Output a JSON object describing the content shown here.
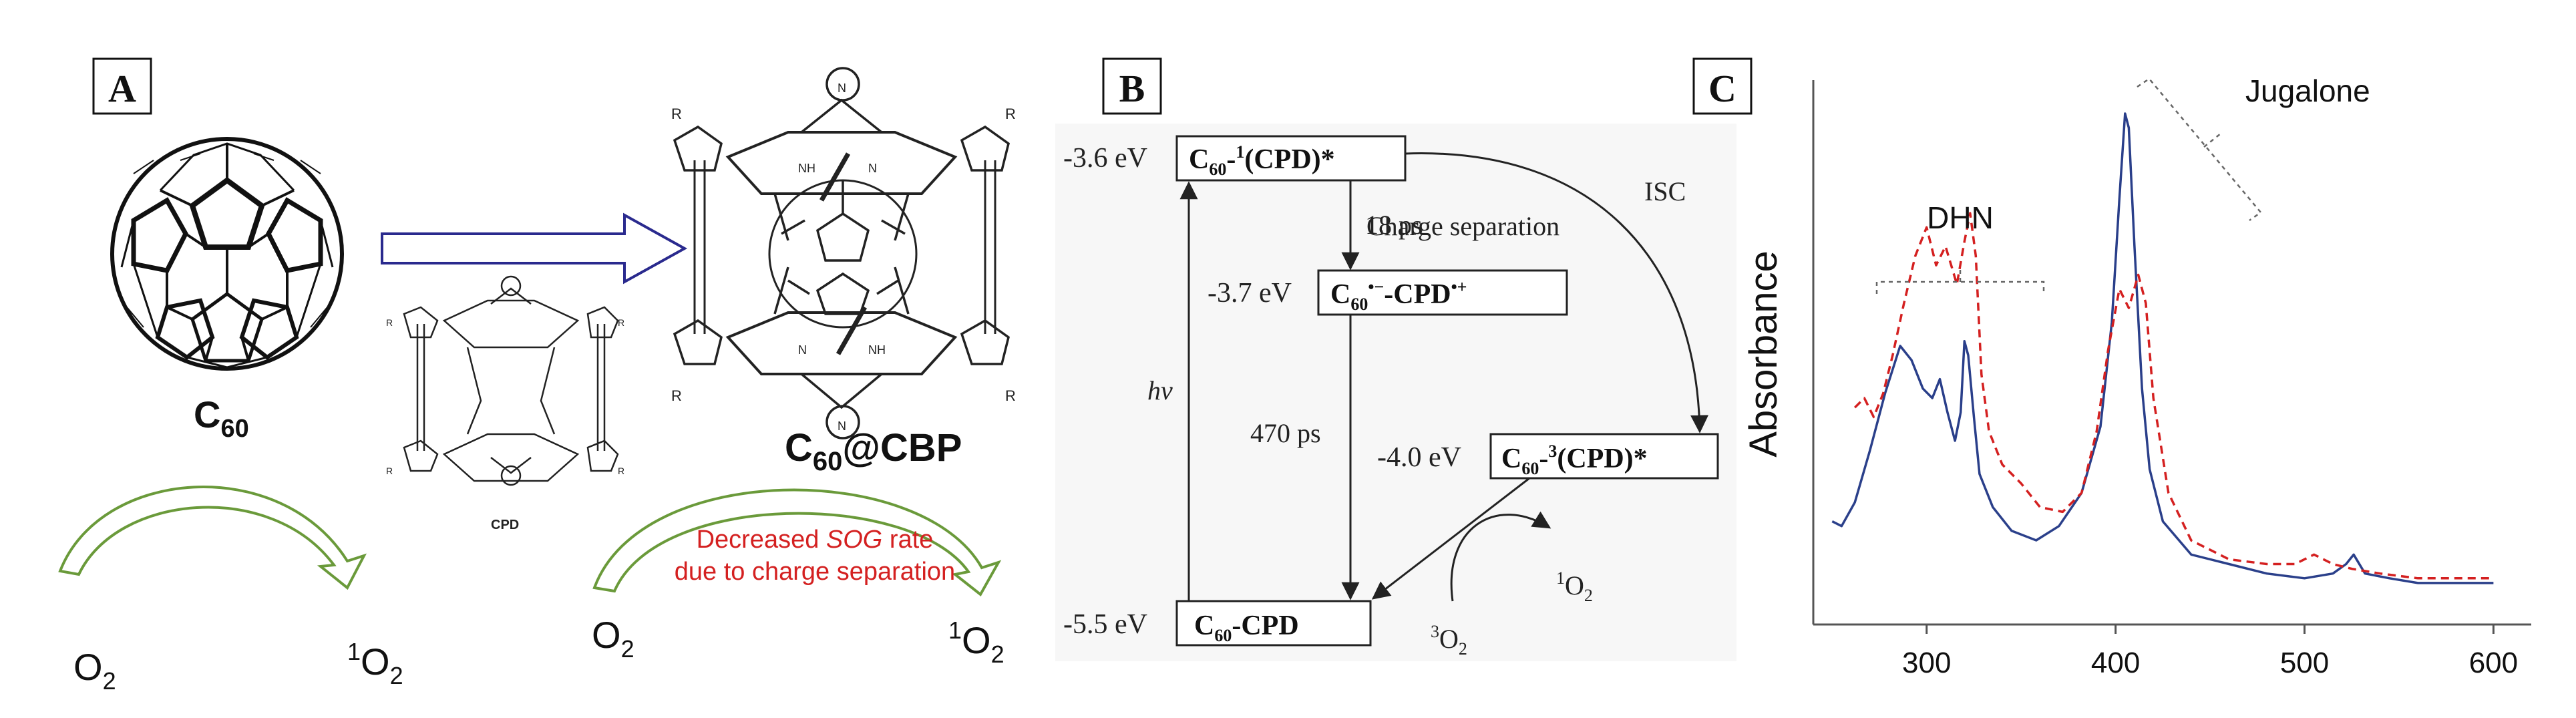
{
  "panel_a": {
    "label": "A",
    "c60_label": "C",
    "c60_sub": "60",
    "cpd_label": "CPD",
    "complex_c": "C",
    "complex_sub": "60",
    "complex_rest": "@CBP",
    "o2_left": "O",
    "o2_left_sub": "2",
    "singlet_left_sup": "1",
    "singlet_left": "O",
    "singlet_left_sub": "2",
    "o2_right": "O",
    "o2_right_sub": "2",
    "singlet_right_sup": "1",
    "singlet_right": "O",
    "singlet_right_sub": "2",
    "note_line1_a": "Decreased ",
    "note_line1_b": "SOG",
    "note_line1_c": " rate",
    "note_line2": "due to charge separation",
    "r_label": "R",
    "n_label": "N",
    "nh_label": "NH",
    "colors": {
      "green": "#6a9a3a",
      "blue_arrow": "#2a2a8e",
      "note_red": "#d42020"
    }
  },
  "panel_b": {
    "label": "B",
    "levels": [
      {
        "energy": "-3.6 eV",
        "state_pre": "C",
        "state_sub": "60",
        "state_mid": "-",
        "state_sup": "1",
        "state_post": "(CPD)*"
      },
      {
        "energy": "-3.7 eV",
        "state_pre": "C",
        "state_sub": "60",
        "state_sup": "•−",
        "state_mid": "-CPD",
        "state_sup2": "•+"
      },
      {
        "energy": "-4.0 eV",
        "state_pre": "C",
        "state_sub": "60",
        "state_mid": "-",
        "state_sup": "3",
        "state_post": "(CPD)*"
      },
      {
        "energy": "-5.5 eV",
        "state_pre": "C",
        "state_sub": "60",
        "state_post": "-CPD"
      }
    ],
    "t18": "18 ps",
    "charge_sep": "Charge separation",
    "t470": "470 ps",
    "isc": "ISC",
    "hv": "hv",
    "o2_triplet_sup": "3",
    "o2_triplet": "O",
    "o2_triplet_sub": "2",
    "o2_singlet_sup": "1",
    "o2_singlet": "O",
    "o2_singlet_sub": "2"
  },
  "panel_c": {
    "label": "C",
    "dhn_label": "DHN",
    "jugalone_label": "Jugalone"
  },
  "chart_data": {
    "type": "line",
    "title": "",
    "xlabel": "",
    "ylabel": "Absorbance",
    "xlim": [
      240,
      620
    ],
    "ylim": [
      0,
      1
    ],
    "xticks": [
      300,
      400,
      500,
      600
    ],
    "xtick_labels": [
      "300",
      "400",
      "500",
      "600"
    ],
    "grid": false,
    "series": [
      {
        "style": "solid",
        "color": "#2a3f8a",
        "x": [
          250,
          255,
          262,
          270,
          278,
          286,
          292,
          298,
          303,
          307,
          311,
          315,
          318,
          320,
          322,
          325,
          328,
          335,
          345,
          358,
          370,
          382,
          392,
          398,
          402,
          405,
          407,
          410,
          414,
          418,
          425,
          440,
          460,
          480,
          500,
          515,
          522,
          526,
          532,
          545,
          560,
          580,
          600
        ],
        "y": [
          0.14,
          0.13,
          0.18,
          0.29,
          0.41,
          0.51,
          0.48,
          0.42,
          0.4,
          0.44,
          0.37,
          0.31,
          0.37,
          0.52,
          0.49,
          0.36,
          0.24,
          0.17,
          0.12,
          0.1,
          0.13,
          0.2,
          0.34,
          0.56,
          0.82,
          1.0,
          0.97,
          0.72,
          0.42,
          0.25,
          0.14,
          0.07,
          0.05,
          0.03,
          0.02,
          0.03,
          0.05,
          0.07,
          0.03,
          0.02,
          0.01,
          0.01,
          0.01
        ]
      },
      {
        "style": "dashed",
        "color": "#d42020",
        "x": [
          262,
          267,
          272,
          277,
          282,
          288,
          294,
          300,
          305,
          310,
          316,
          320,
          323,
          326,
          329,
          333,
          340,
          350,
          360,
          372,
          382,
          390,
          396,
          402,
          407,
          412,
          416,
          420,
          428,
          440,
          460,
          480,
          495,
          505,
          515,
          525,
          540,
          560,
          580,
          600
        ],
        "y": [
          0.38,
          0.4,
          0.36,
          0.41,
          0.49,
          0.6,
          0.7,
          0.76,
          0.68,
          0.72,
          0.64,
          0.73,
          0.79,
          0.7,
          0.45,
          0.33,
          0.26,
          0.22,
          0.17,
          0.16,
          0.2,
          0.33,
          0.5,
          0.63,
          0.59,
          0.66,
          0.6,
          0.4,
          0.2,
          0.1,
          0.06,
          0.05,
          0.05,
          0.07,
          0.05,
          0.04,
          0.03,
          0.02,
          0.02,
          0.02
        ]
      }
    ],
    "annotations": [
      "DHN",
      "Jugalone"
    ]
  }
}
